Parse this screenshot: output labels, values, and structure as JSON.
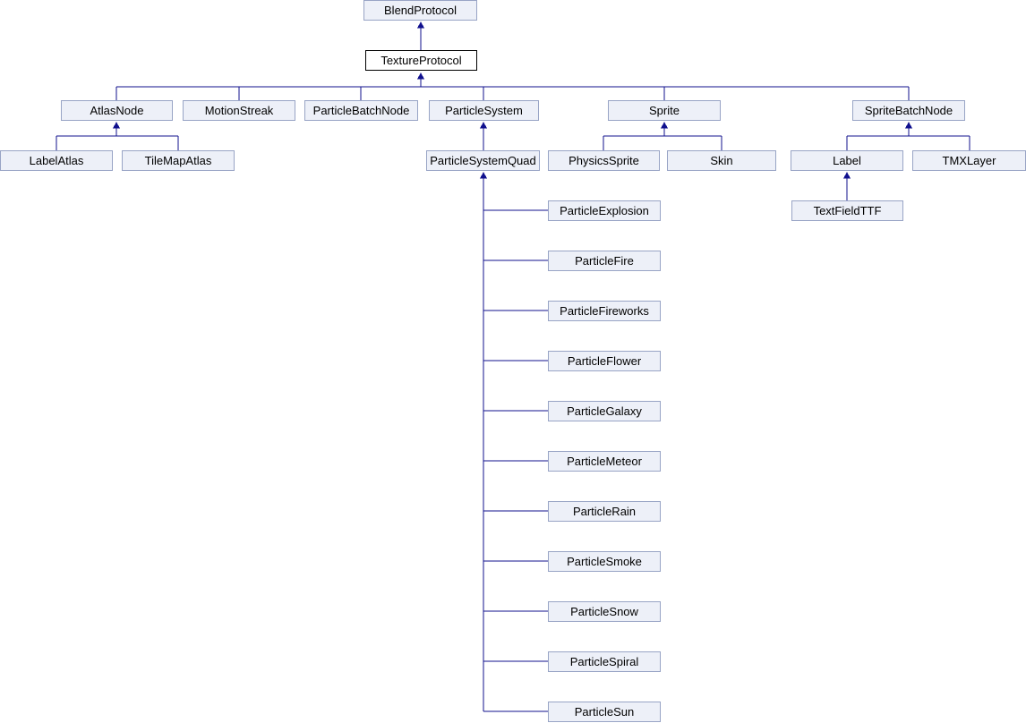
{
  "diagram": {
    "kind": "class-inheritance-graph",
    "truncation_marker_on": "TextFieldTTF"
  },
  "colors": {
    "line": "#10108e",
    "node_fill": "#edf0f8",
    "node_border": "#98a4c5",
    "root_fill": "#ffffff",
    "root_border": "#000000",
    "fold": "#a9b6d6",
    "text": "#000000"
  },
  "nodes": {
    "blend_protocol": "BlendProtocol",
    "texture_protocol": "TextureProtocol",
    "atlas_node": "AtlasNode",
    "motion_streak": "MotionStreak",
    "particle_batch_node": "ParticleBatchNode",
    "particle_system": "ParticleSystem",
    "sprite": "Sprite",
    "sprite_batch_node": "SpriteBatchNode",
    "label_atlas": "LabelAtlas",
    "tile_map_atlas": "TileMapAtlas",
    "particle_system_quad": "ParticleSystemQuad",
    "physics_sprite": "PhysicsSprite",
    "skin": "Skin",
    "label": "Label",
    "tmx_layer": "TMXLayer",
    "text_field_ttf": "TextFieldTTF",
    "particle_subclasses": [
      "ParticleExplosion",
      "ParticleFire",
      "ParticleFireworks",
      "ParticleFlower",
      "ParticleGalaxy",
      "ParticleMeteor",
      "ParticleRain",
      "ParticleSmoke",
      "ParticleSnow",
      "ParticleSpiral",
      "ParticleSun"
    ]
  },
  "inheritance_edges": [
    {
      "derived": "TextureProtocol",
      "base": "BlendProtocol"
    },
    {
      "derived": "AtlasNode",
      "base": "TextureProtocol"
    },
    {
      "derived": "MotionStreak",
      "base": "TextureProtocol"
    },
    {
      "derived": "ParticleBatchNode",
      "base": "TextureProtocol"
    },
    {
      "derived": "ParticleSystem",
      "base": "TextureProtocol"
    },
    {
      "derived": "Sprite",
      "base": "TextureProtocol"
    },
    {
      "derived": "SpriteBatchNode",
      "base": "TextureProtocol"
    },
    {
      "derived": "LabelAtlas",
      "base": "AtlasNode"
    },
    {
      "derived": "TileMapAtlas",
      "base": "AtlasNode"
    },
    {
      "derived": "ParticleSystemQuad",
      "base": "ParticleSystem"
    },
    {
      "derived": "PhysicsSprite",
      "base": "Sprite"
    },
    {
      "derived": "Skin",
      "base": "Sprite"
    },
    {
      "derived": "Label",
      "base": "SpriteBatchNode"
    },
    {
      "derived": "TMXLayer",
      "base": "SpriteBatchNode"
    },
    {
      "derived": "TextFieldTTF",
      "base": "Label"
    },
    {
      "derived": "ParticleExplosion",
      "base": "ParticleSystemQuad"
    },
    {
      "derived": "ParticleFire",
      "base": "ParticleSystemQuad"
    },
    {
      "derived": "ParticleFireworks",
      "base": "ParticleSystemQuad"
    },
    {
      "derived": "ParticleFlower",
      "base": "ParticleSystemQuad"
    },
    {
      "derived": "ParticleGalaxy",
      "base": "ParticleSystemQuad"
    },
    {
      "derived": "ParticleMeteor",
      "base": "ParticleSystemQuad"
    },
    {
      "derived": "ParticleRain",
      "base": "ParticleSystemQuad"
    },
    {
      "derived": "ParticleSmoke",
      "base": "ParticleSystemQuad"
    },
    {
      "derived": "ParticleSnow",
      "base": "ParticleSystemQuad"
    },
    {
      "derived": "ParticleSpiral",
      "base": "ParticleSystemQuad"
    },
    {
      "derived": "ParticleSun",
      "base": "ParticleSystemQuad"
    }
  ]
}
